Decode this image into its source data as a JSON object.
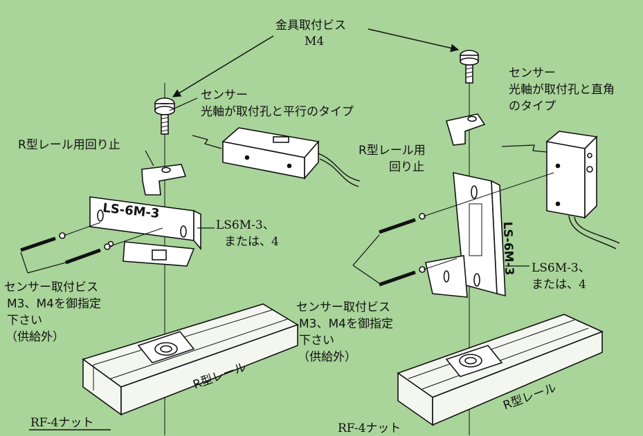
{
  "labels": {
    "screw_title": "金具取付ビス",
    "screw_size": "M4",
    "left_sensor_line1": "センサー",
    "left_sensor_line2": "光軸が取付孔と平行のタイプ",
    "right_sensor_line1": "センサー",
    "right_sensor_line2": "光軸が取付孔と直角",
    "right_sensor_line3": "のタイプ",
    "left_stopper": "R型レール用回り止",
    "right_stopper_line1": "R型レール用",
    "right_stopper_line2": "回り止",
    "left_bracket_line1": "LS6M-3、",
    "left_bracket_line2": "または、4",
    "right_bracket_line1": "LS6M-3、",
    "right_bracket_line2": "または、4",
    "left_screws_line1": "センサー取付ビス",
    "left_screws_line2": "M3、M4を御指定",
    "left_screws_line3": "下さい",
    "left_screws_line4": "（供給外）",
    "right_screws_line1": "センサー取付ビス",
    "right_screws_line2": "M3、M4を御指定",
    "right_screws_line3": "下さい",
    "right_screws_line4": "（供給外）",
    "left_rail": "R型レール",
    "right_rail": "R型レール",
    "left_nut": "RF-4ナット",
    "right_nut": "RF-4ナット",
    "left_bracket_stamp": "LS-6M-3",
    "right_bracket_stamp": "LS-6M-3"
  },
  "colors": {
    "background": "#a9d49a",
    "line": "#111111",
    "part_fill": "#ffffff",
    "rail_fill": "#f4f7f0"
  }
}
